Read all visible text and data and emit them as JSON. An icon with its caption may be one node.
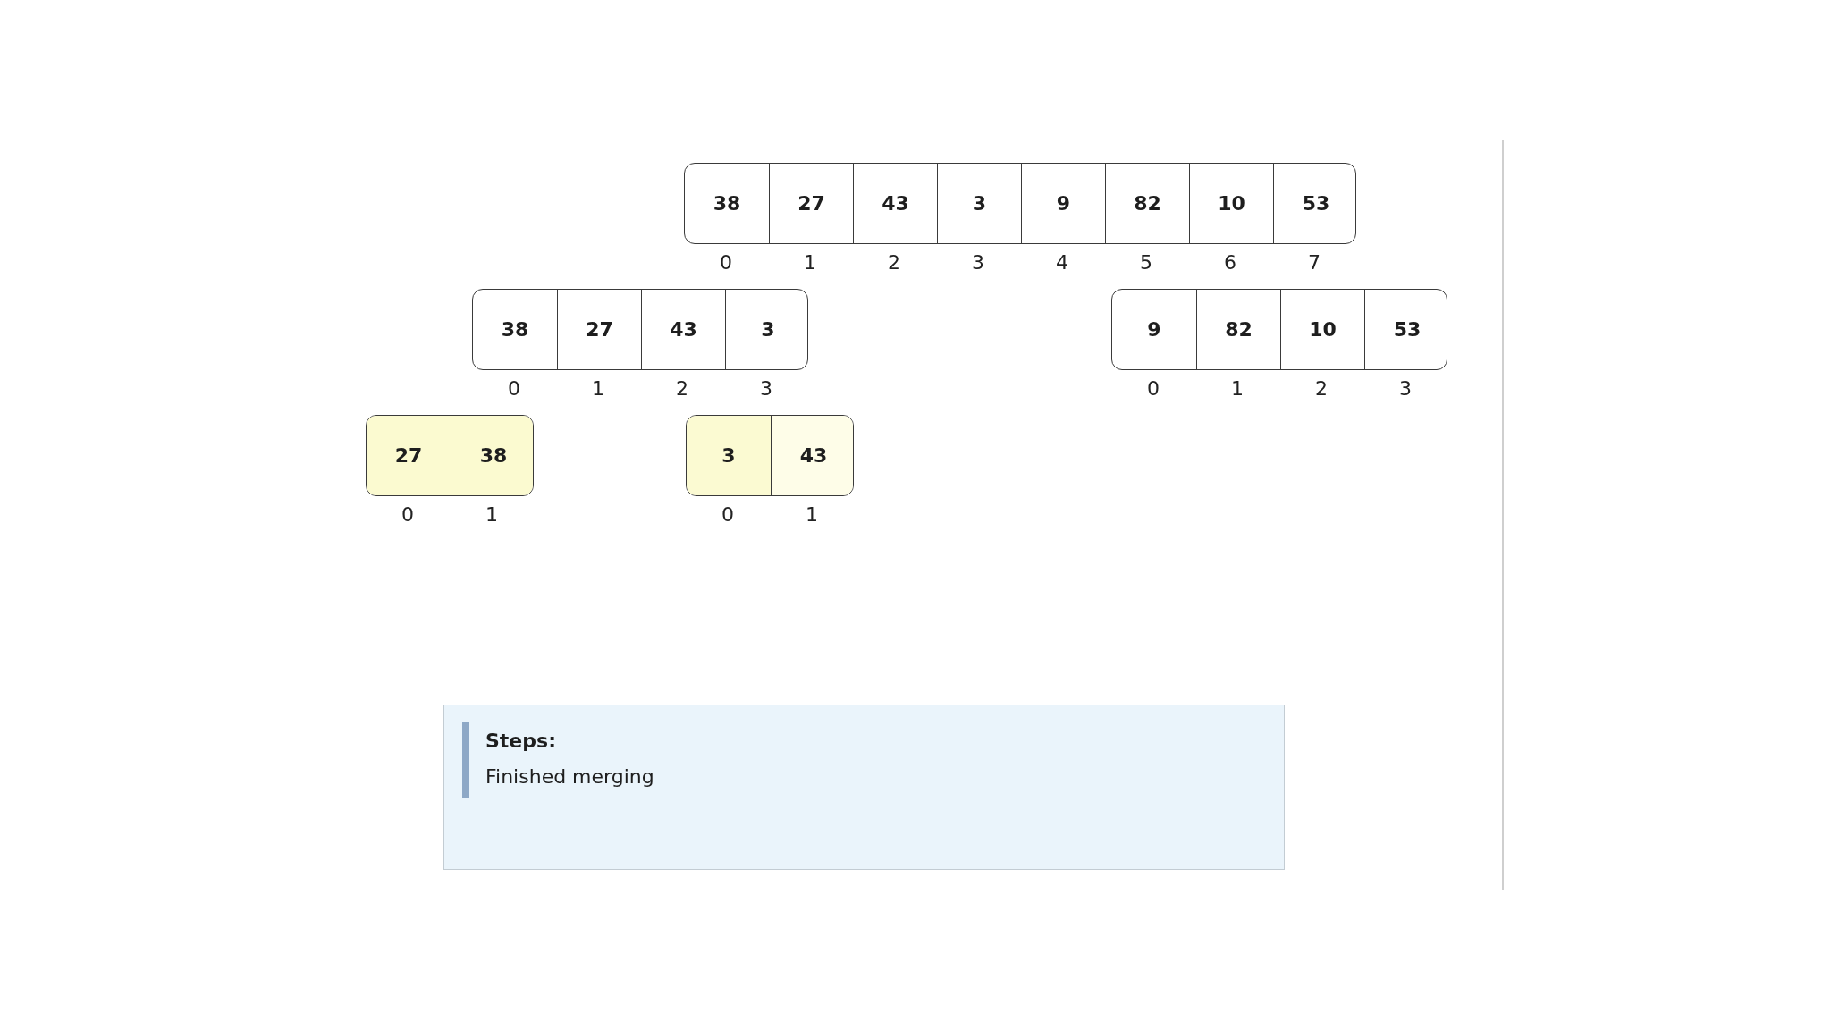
{
  "diagram": {
    "nodes": [
      {
        "text": [],
        "shape": "box"
      },
      {
        "text": [
          "38"
        ],
        "in": 0,
        "beside": [
          "0"
        ]
      },
      {
        "text": [
          "27"
        ],
        "in": 0,
        "beside": [
          "1"
        ]
      },
      {
        "text": [
          "43"
        ],
        "in": 0,
        "beside": [
          "2"
        ]
      },
      {
        "text": [
          "3"
        ],
        "in": 0,
        "beside": [
          "3"
        ]
      },
      {
        "text": [
          "9"
        ],
        "in": 0,
        "beside": [
          "4"
        ]
      },
      {
        "text": [
          "82"
        ],
        "in": 0,
        "beside": [
          "5"
        ]
      },
      {
        "text": [
          "10"
        ],
        "in": 0,
        "beside": [
          "6"
        ]
      },
      {
        "text": [
          "53"
        ],
        "in": 0,
        "beside": [
          "7"
        ]
      },
      {
        "text": [],
        "shape": "box"
      },
      {
        "text": [
          "38"
        ],
        "in": 9,
        "beside": [
          "0"
        ]
      },
      {
        "text": [
          "27"
        ],
        "in": 9,
        "beside": [
          "1"
        ]
      },
      {
        "text": [
          "43"
        ],
        "in": 9,
        "beside": [
          "2"
        ]
      },
      {
        "text": [
          "3"
        ],
        "in": 9,
        "beside": [
          "3"
        ]
      },
      {
        "text": [],
        "shape": "box"
      },
      {
        "text": [
          "9"
        ],
        "in": 14,
        "beside": [
          "0"
        ]
      },
      {
        "text": [
          "82"
        ],
        "in": 14,
        "beside": [
          "1"
        ]
      },
      {
        "text": [
          "10"
        ],
        "in": 14,
        "beside": [
          "2"
        ]
      },
      {
        "text": [
          "53"
        ],
        "in": 14,
        "beside": [
          "3"
        ]
      },
      {
        "text": [],
        "shape": "box"
      },
      {
        "text": [
          "27"
        ],
        "in": 19,
        "beside": [
          "0"
        ]
      },
      {
        "text": [
          "38"
        ],
        "in": 19,
        "beside": [
          "1"
        ]
      },
      {
        "text": [],
        "shape": "box"
      },
      {
        "text": [
          "3"
        ],
        "in": 22,
        "beside": [
          "0"
        ]
      },
      {
        "text": [
          "43"
        ],
        "in": 22,
        "beside": [
          "1"
        ]
      },
      {
        "text": [
          "Steps:",
          "Finished merging"
        ]
      }
    ]
  }
}
